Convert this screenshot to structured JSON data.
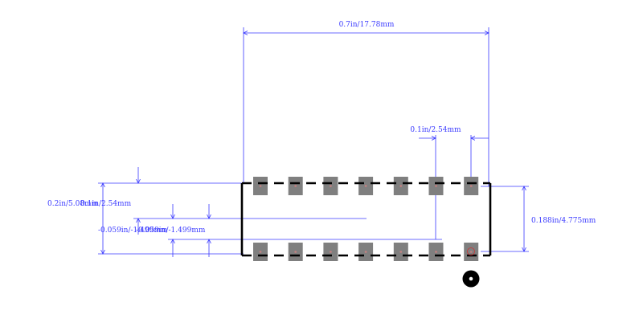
{
  "colors": {
    "dimension": "#3a3aff",
    "pad": "#7f7f7f",
    "outline": "#000000",
    "pad_center": "#c08080",
    "pin1_marker": "#cc3333",
    "background": "#ffffff"
  },
  "dimensions": {
    "overall_width": "0.7in/17.78mm",
    "pitch": "0.1in/2.54mm",
    "pad_span_height": "0.188in/4.775mm",
    "left_total": "0.2in/5.08mm",
    "left_pad_overlap": "0.1in/2.54mm",
    "left_inner_a": "-0.059in/-1.499mm",
    "left_inner_b": "-0.059in/-1.499mm"
  },
  "footprint": {
    "pins_per_row": 7,
    "rows": 2,
    "pin1_dot_icon": "pin1-dot-icon"
  }
}
